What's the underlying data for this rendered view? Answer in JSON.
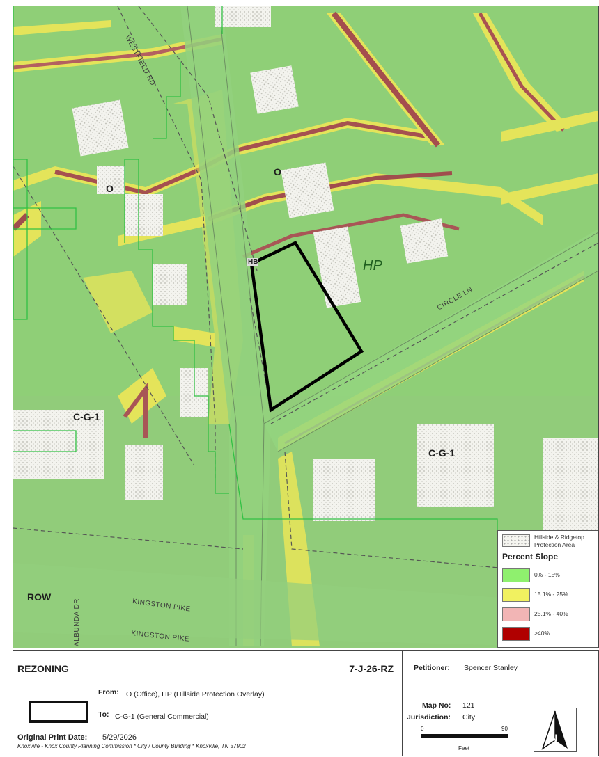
{
  "map": {
    "zones": [
      "O",
      "O",
      "HP",
      "HB",
      "C-G-1",
      "C-G-1",
      "ROW"
    ],
    "streets": [
      "WESTFIELD RD",
      "CIRCLE LN",
      "KINGSTON PIKE",
      "KINGSTON PIKE",
      "ALBUNDA DR"
    ],
    "colors": {
      "slope_0_15": "#8fd36f",
      "slope_15_25": "#eaea58",
      "slope_25_40": "#e8b0b0",
      "slope_40": "#a30e0e",
      "boundary": "#31c14a",
      "parcel_outline": "#000000"
    }
  },
  "legend": {
    "hillside_label": "Hillside & Ridgetop Protection Area",
    "title": "Percent Slope",
    "items": [
      {
        "label": "0% - 15%",
        "color": "#8ff06e"
      },
      {
        "label": "15.1% - 25%",
        "color": "#f1f160"
      },
      {
        "label": "25.1% - 40%",
        "color": "#f2b5b5"
      },
      {
        "label": ">40%",
        "color": "#b00000"
      }
    ]
  },
  "panel": {
    "title": "REZONING",
    "case_id": "7-J-26-RZ",
    "from_label": "From:",
    "from_value": "O (Office), HP (Hillside Protection Overlay)",
    "to_label": "To:",
    "to_value": "C-G-1 (General Commercial)",
    "print_date_label": "Original Print Date:",
    "print_date": "5/29/2026",
    "footer": "Knoxville - Knox County Planning Commission * City / County Building * Knoxville, TN  37902",
    "petitioner_label": "Petitioner:",
    "petitioner": "Spencer Stanley",
    "mapno_label": "Map No:",
    "mapno": "121",
    "jurisdiction_label": "Jurisdiction:",
    "jurisdiction": "City",
    "scale_start": "0",
    "scale_end": "90",
    "scale_unit": "Feet",
    "north": "N"
  }
}
